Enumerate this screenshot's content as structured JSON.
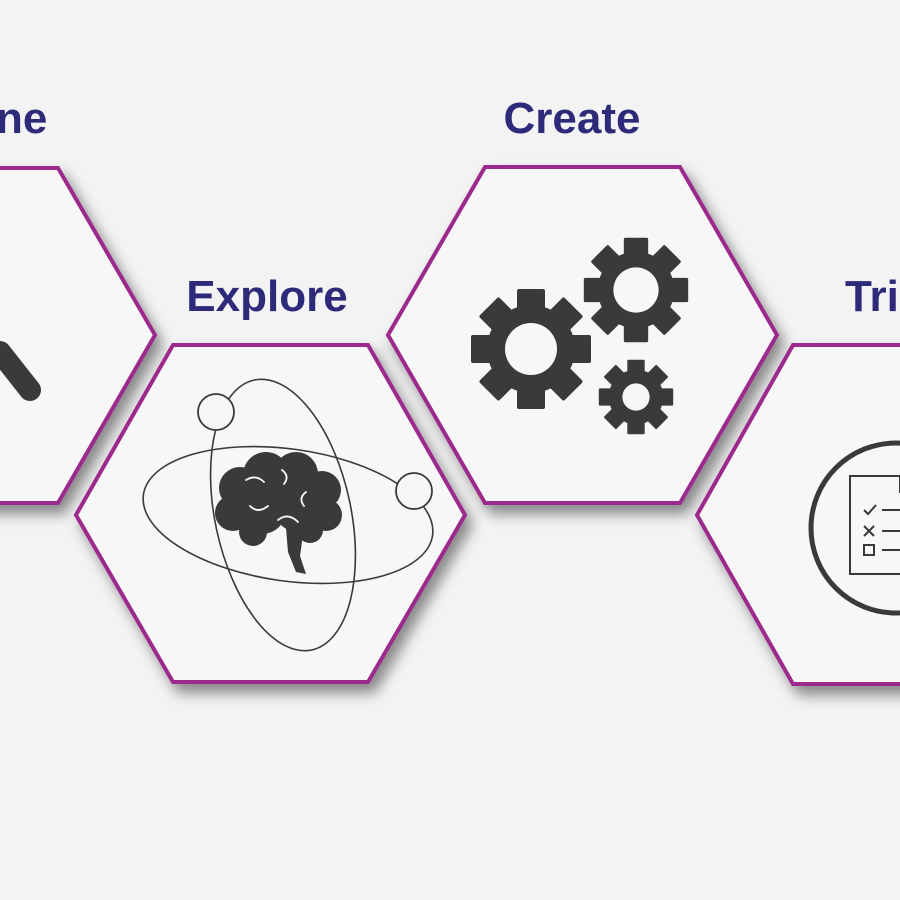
{
  "colors": {
    "background": "#f3f3f4",
    "hex_border": "#9c2a8c",
    "hex_fill": "#f7f7f7",
    "label": "#2e2a7a",
    "icon": "#3a3a3a"
  },
  "steps": [
    {
      "label": "ne",
      "icon": "tool-icon"
    },
    {
      "label": "Explore",
      "icon": "brain-orbit-icon"
    },
    {
      "label": "Create",
      "icon": "gears-icon"
    },
    {
      "label": "Tri",
      "icon": "checklist-icon"
    }
  ]
}
